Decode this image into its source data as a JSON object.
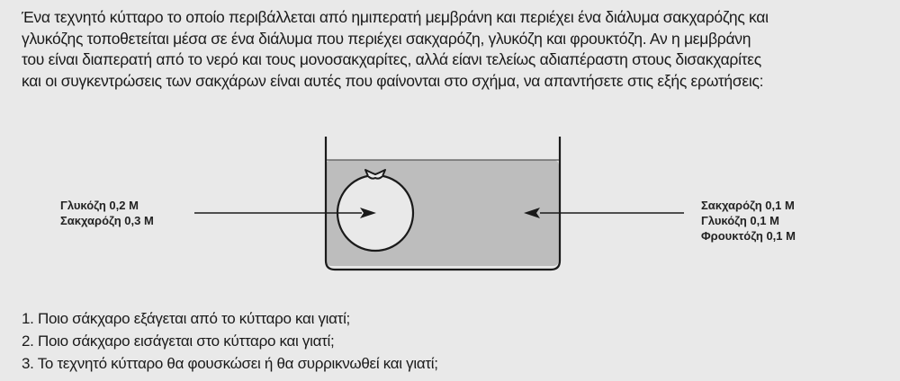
{
  "intro_lines": [
    "Ένα τεχνητό κύτταρο το οποίο περιβάλλεται από ημιπερατή μεμβράνη και περιέχει ένα διάλυμα σακχαρόζης και",
    "γλυκόζης τοποθετείται μέσα σε ένα διάλυμα που περιέχει σακχαρόζη, γλυκόζη και φρουκτόζη. Αν η μεμβράνη",
    "του είναι διαπερατή από το νερό και τους μονοσακχαρίτες, αλλά είανι τελείως αδιαπέραστη στους δισακχαρίτες",
    "και οι συγκεντρώσεις των σακχάρων είναι αυτές που φαίνονται στο σχήμα, να απαντήσετε στις εξής ερωτήσεις:"
  ],
  "cell_contents": {
    "line1": "Γλυκόζη 0,2 Μ",
    "line2": "Σακχαρόζη 0,3 Μ"
  },
  "solution_contents": {
    "line1": "Σακχαρόζη 0,1 Μ",
    "line2": "Γλυκόζη 0,1 Μ",
    "line3": "Φρουκτόζη 0,1 Μ"
  },
  "questions": [
    "1. Ποιο σάκχαρο εξάγεται από το κύτταρο και γιατί;",
    "2. Ποιο σάκχαρο εισάγεται στο κύτταρο και γιατί;",
    "3. Το τεχνητό κύτταρο θα φουσκώσει ή θα συρρικνωθεί και γιατί;"
  ],
  "colors": {
    "background": "#e9e9e9",
    "solution": "#bdbdbd",
    "cell": "#e9e9e9",
    "lines": "#1a1a1a"
  }
}
